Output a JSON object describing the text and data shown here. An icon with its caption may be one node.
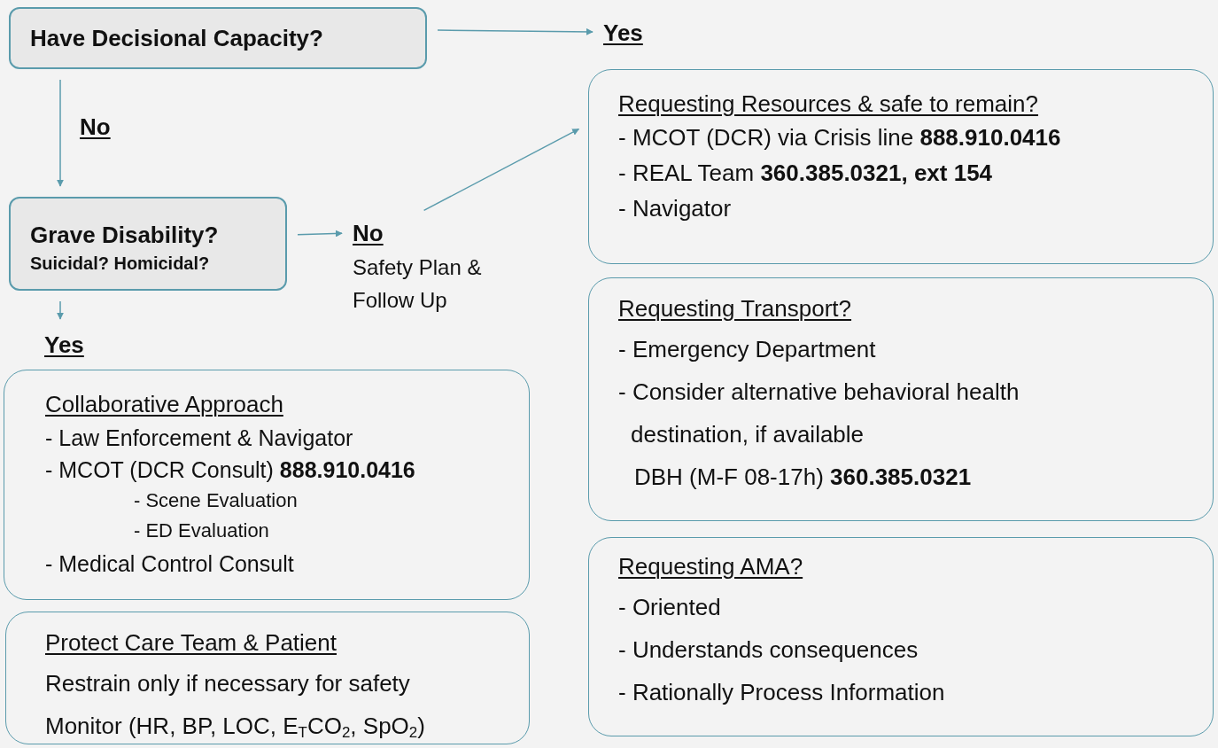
{
  "diagram": {
    "nodes": [
      {
        "text": [
          "Have Decisional Capacity?"
        ]
      },
      {
        "text": [
          "Yes"
        ]
      },
      {
        "text": [
          "Grave Disability?",
          "Suicidal? Homicidal?"
        ]
      },
      {
        "text": [
          "No",
          "Safety Plan & Follow Up"
        ]
      },
      {
        "text": [
          "Requesting Resources & safe to remain?",
          "- MCOT (DCR) via Crisis line **888.910.0416**",
          "- REAL Team  **360.385.0321, ext 154**",
          "- Navigator"
        ]
      },
      {
        "text": [
          "Requesting Transport?",
          "- Emergency Department",
          "- Consider alternative behavioral health destination, if available",
          "DBH (M-F 08-17h)  **360.385.0321**"
        ]
      },
      {
        "text": [
          "Requesting AMA?",
          "- Oriented",
          "- Understands consequences",
          "- Rationally Process Information"
        ]
      },
      {
        "text": [
          "Yes"
        ]
      },
      {
        "text": [
          "Collaborative Approach",
          "- Law Enforcement & Navigator",
          "- MCOT (DCR Consult) **888.910.0416**",
          "- Scene Evaluation",
          "- ED Evaluation",
          "- Medical Control Consult"
        ]
      },
      {
        "text": [
          "Protect Care Team & Patient",
          "Restrain only if necessary for safety",
          "Monitor (HR, BP, LOC, E$_{T}$CO$_{2}$, SpO$_{2}$)"
        ]
      }
    ],
    "edges": [
      {
        "from": 0,
        "to": 1,
        "arrow": "to"
      },
      {
        "from": 0,
        "to": 2,
        "arrow": "to",
        "label": "No"
      },
      {
        "from": 2,
        "to": 3,
        "arrow": "to"
      },
      {
        "from": 3,
        "to": 4,
        "arrow": "to"
      },
      {
        "from": 2,
        "to": 7,
        "arrow": "to"
      }
    ]
  }
}
